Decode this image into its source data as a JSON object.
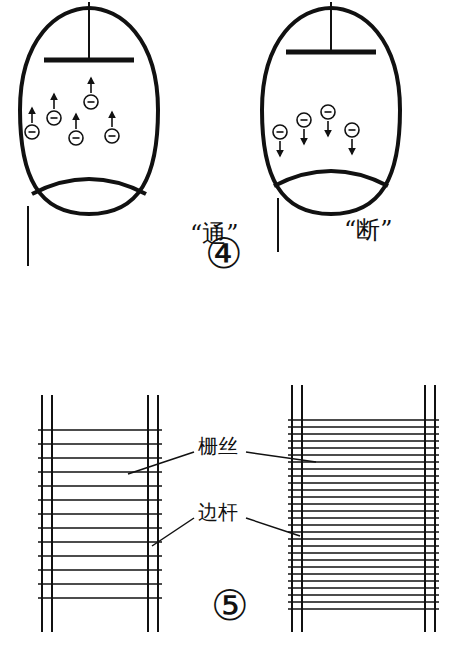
{
  "diagram": {
    "labels": [
      "“通”",
      "④",
      "“断”",
      "栅丝",
      "边杆",
      "⑤"
    ]
  }
}
